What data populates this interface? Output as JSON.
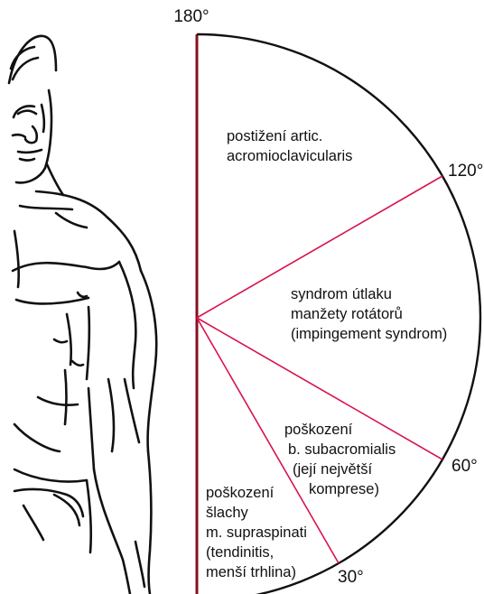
{
  "angles": {
    "a180": "180°",
    "a120": "120°",
    "a60": "60°",
    "a30": "30°"
  },
  "zones": {
    "acromioclavicular": {
      "line1": "postižení artic.",
      "line2": "acromioclavicularis"
    },
    "impingement": {
      "line1": "syndrom útlaku",
      "line2": "manžety rotátorů",
      "line3": "(impingement syndrom)"
    },
    "subacromial": {
      "line1": "poškození",
      "line2": "b. subacromialis",
      "line3": "(její největší",
      "line4": "komprese)"
    },
    "supraspinatus": {
      "line1": "poškození",
      "line2": "šlachy",
      "line3": "m. supraspinati",
      "line4": "(tendinitis,",
      "line5": "menší trhlina)"
    }
  },
  "colors": {
    "divider": "#d8144c",
    "axis": "#8a0f1c",
    "ink": "#111111"
  }
}
